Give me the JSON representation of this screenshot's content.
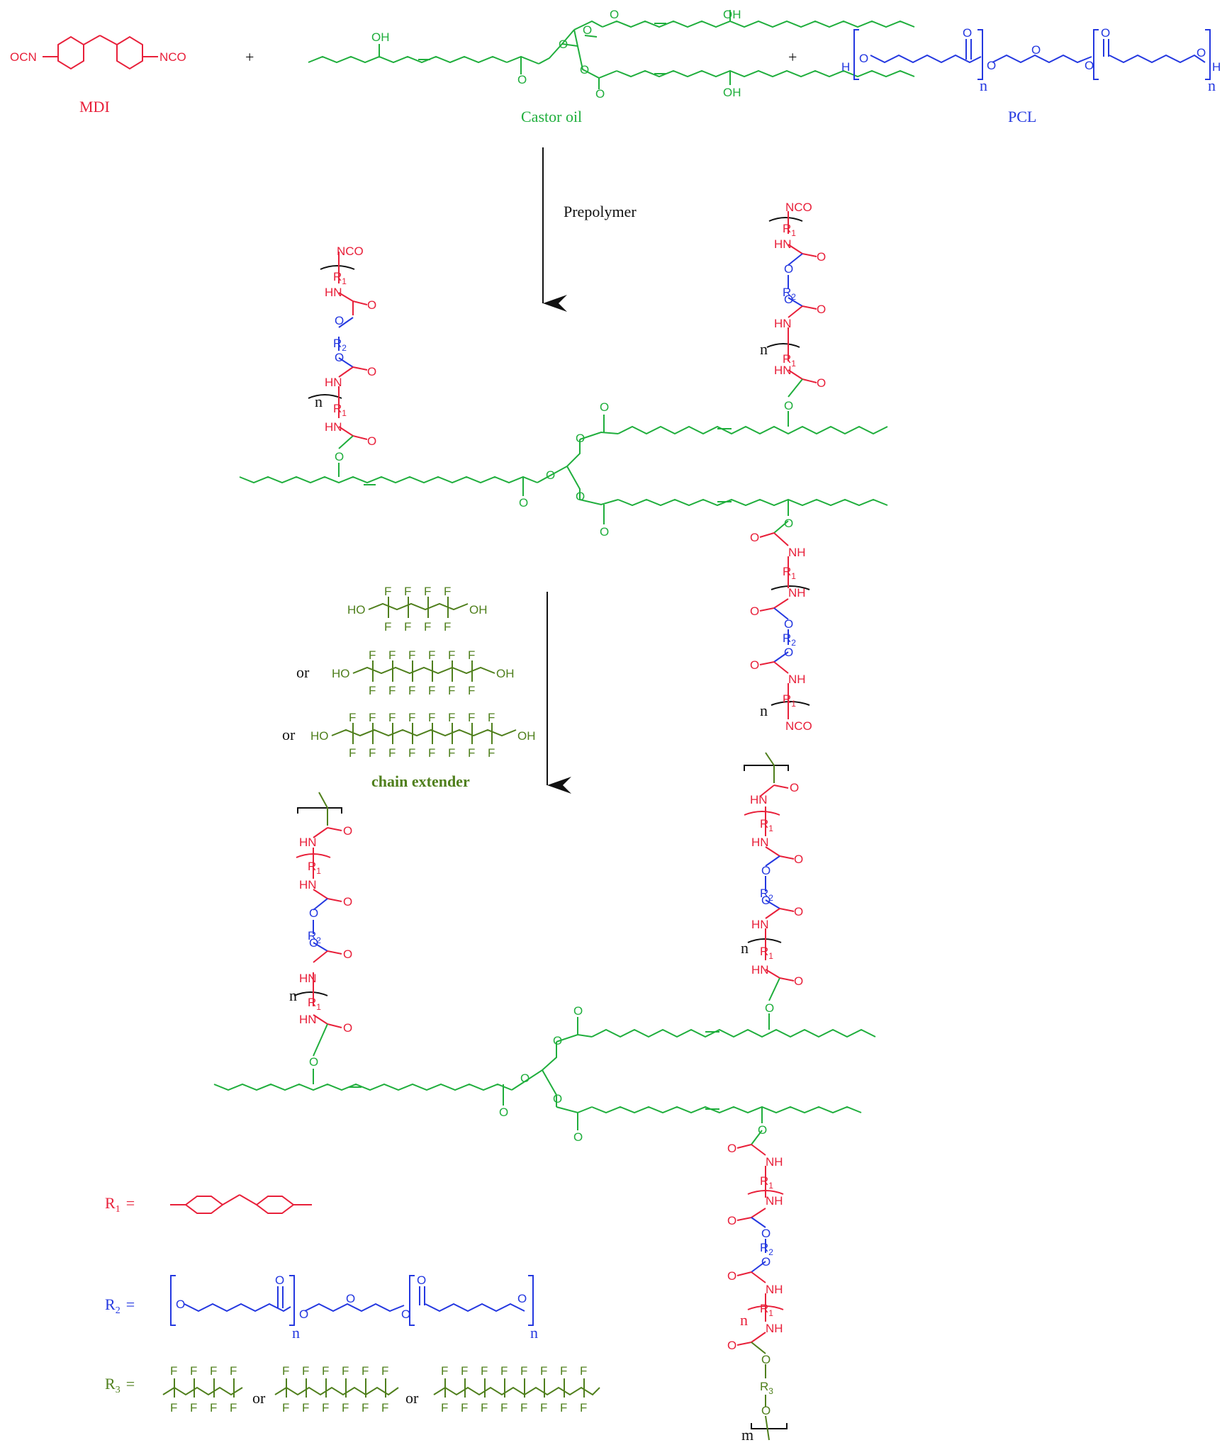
{
  "colors": {
    "mdi": "#e8203a",
    "castor": "#1fae3c",
    "pcl": "#2438e0",
    "extender": "#4f7f1c",
    "text": "#111111"
  },
  "reactants": {
    "mdi": {
      "left_group": "OCN",
      "right_group": "NCO",
      "label": "MDI"
    },
    "castor": {
      "label": "Castor oil",
      "oh": "OH"
    },
    "pcl": {
      "label": "PCL",
      "h": "H",
      "o": "O",
      "n": "n"
    },
    "plus": "+"
  },
  "steps": {
    "prepolymer_label": "Prepolymer",
    "or1": "or",
    "or2": "or",
    "chain_extender_label": "chain extender"
  },
  "atoms": {
    "nco": "NCO",
    "nh": "NH",
    "hn": "HN",
    "o": "O",
    "r1": "R",
    "r1_sub": "1",
    "r2": "R",
    "r2_sub": "2",
    "r3": "R",
    "r3_sub": "3",
    "n": "n",
    "m": "m",
    "f": "F",
    "ho": "HO",
    "oh": "OH"
  },
  "legend": {
    "r1_label": "R",
    "r1_sub": "1",
    "r2_label": "R",
    "r2_sub": "2",
    "r3_label": "R",
    "r3_sub": "3",
    "eq": "=",
    "or_a": "or",
    "or_b": "or"
  }
}
